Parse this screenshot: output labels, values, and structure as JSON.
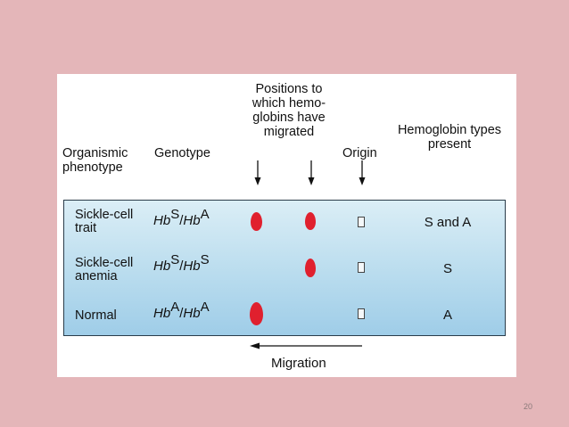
{
  "headers": {
    "positions": "Positions to\nwhich hemo-\nglobins have\nmigrated",
    "phenotype": "Organismic\nphenotype",
    "genotype": "Genotype",
    "origin": "Origin",
    "types": "Hemoglobin types\npresent"
  },
  "rows": [
    {
      "phenotype": "Sickle-cell\ntrait",
      "genotype": {
        "allele1": "Hb",
        "sup1": "S",
        "allele2": "Hb",
        "sup2": "A"
      },
      "types": "S and A"
    },
    {
      "phenotype": "Sickle-cell\nanemia",
      "genotype": {
        "allele1": "Hb",
        "sup1": "S",
        "allele2": "Hb",
        "sup2": "S"
      },
      "types": "S"
    },
    {
      "phenotype": "Normal",
      "genotype": {
        "allele1": "Hb",
        "sup1": "A",
        "allele2": "Hb",
        "sup2": "A"
      },
      "types": "A"
    }
  ],
  "migration_label": "Migration",
  "page_number": "20",
  "colors": {
    "background": "#e4b6b9",
    "band": "#e0202e",
    "gel": "#b9dcee"
  }
}
